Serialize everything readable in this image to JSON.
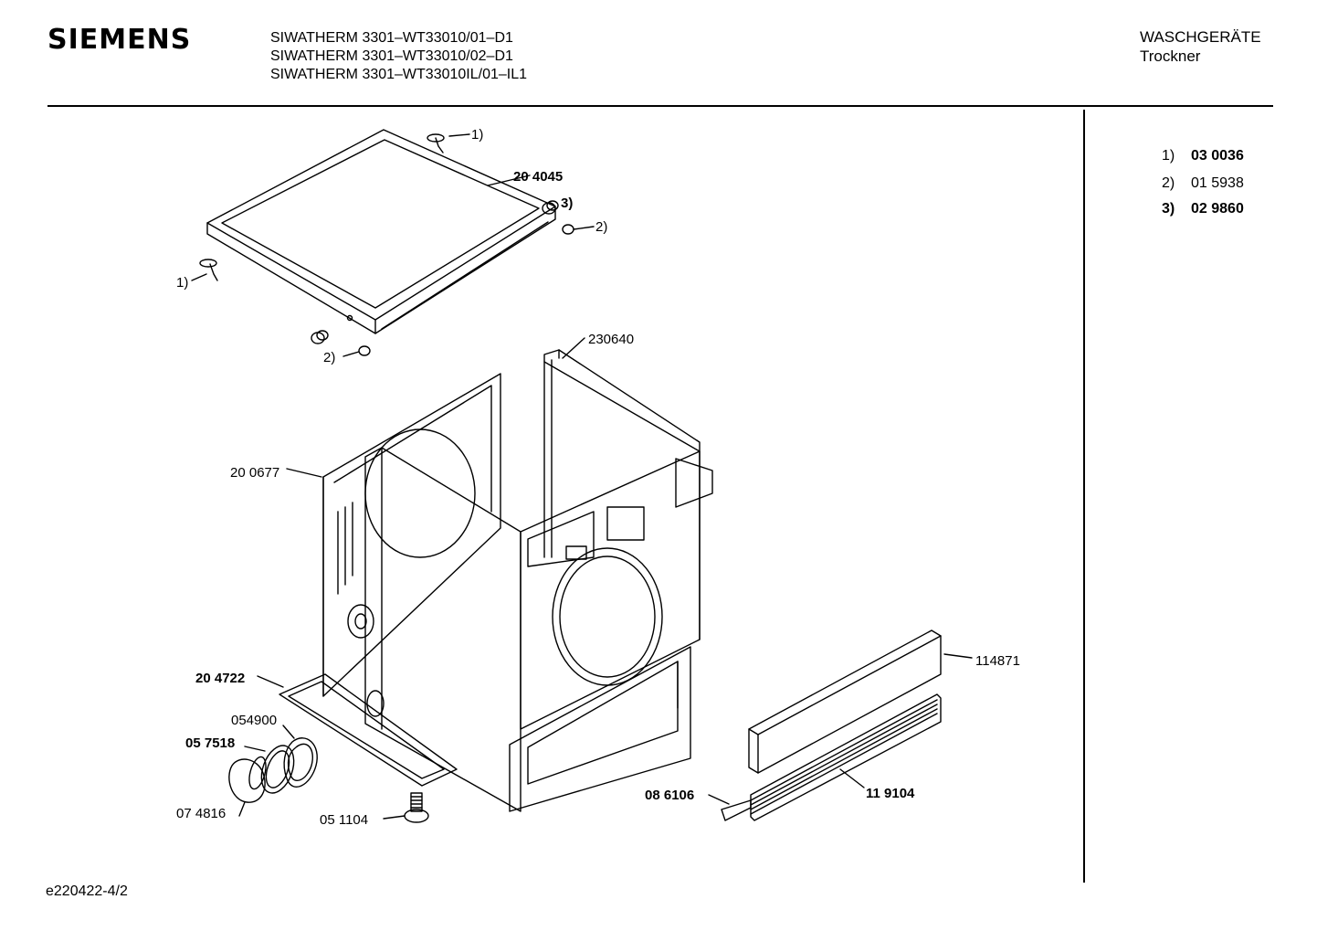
{
  "header": {
    "brand": "SIEMENS",
    "models": [
      "SIWATHERM 3301–WT33010/01–D1",
      "SIWATHERM 3301–WT33010/02–D1",
      "SIWATHERM 3301–WT33010IL/01–IL1"
    ],
    "category": "WASCHGERÄTE",
    "subcategory": "Trockner"
  },
  "legend": [
    {
      "key": "1)",
      "code": "03 0036",
      "bold": true
    },
    {
      "key": "2)",
      "code": "01 5938",
      "bold": false
    },
    {
      "key": "3)",
      "code": "02 9860",
      "bold": true
    }
  ],
  "parts": {
    "p1_top": "1)",
    "p204045": "20 4045",
    "p3": "3)",
    "p2_right": "2)",
    "p1_left": "1)",
    "p2_bottom": "2)",
    "p230640": "230640",
    "p200677": "20 0677",
    "p204722": "20 4722",
    "p054900": "054900",
    "p057518": "05 7518",
    "p074816": "07 4816",
    "p051104": "05 1104",
    "p114871": "114871",
    "p086106": "08 6106",
    "p119104": "11 9104"
  },
  "footer": {
    "code": "e220422-4/2"
  }
}
